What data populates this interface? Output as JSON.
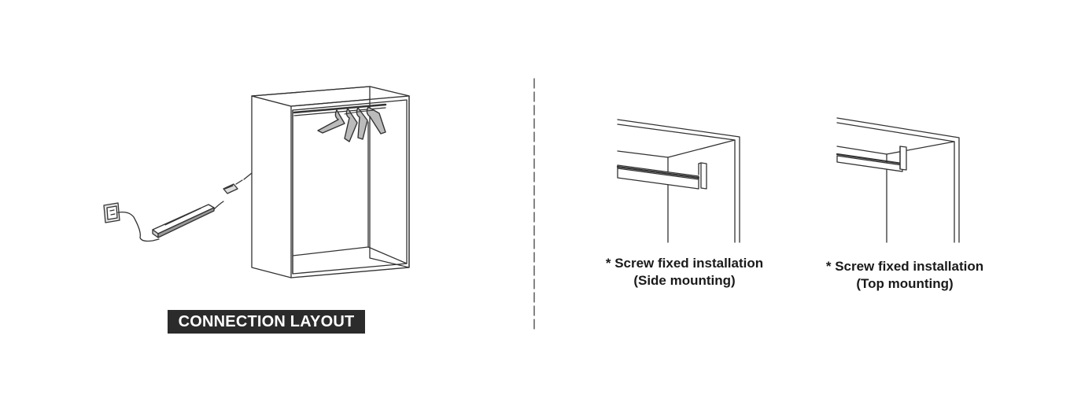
{
  "connection": {
    "label": "CONNECTION LAYOUT"
  },
  "side_mounting": {
    "line1": "* Screw fixed installation",
    "line2": "(Side mounting)"
  },
  "top_mounting": {
    "line1": "* Screw fixed installation",
    "line2": "(Top mounting)"
  },
  "colors": {
    "line": "#333333",
    "badge_bg": "#2b2b2b",
    "badge_text": "#ffffff"
  }
}
